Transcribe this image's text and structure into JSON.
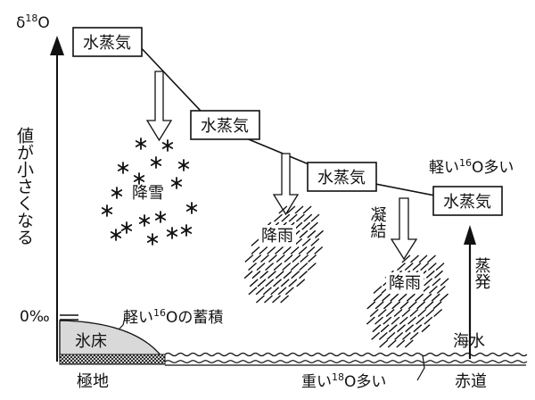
{
  "axis": {
    "y_label_top": "δ",
    "y_label_sup": "18",
    "y_label_o": "O",
    "y_direction_text": "値が小さくなる",
    "zero_label": "0‰"
  },
  "vapor_boxes": [
    "水蒸気",
    "水蒸気",
    "水蒸気",
    "水蒸気"
  ],
  "precip": {
    "snow": "降雪",
    "rain1": "降雨",
    "rain2": "降雨"
  },
  "process": {
    "condensation": "凝結",
    "evaporation": "蒸発"
  },
  "annotations": {
    "light_o16_prefix": "軽い",
    "light_o16_sup": "16",
    "light_o16_suffix": "O多い",
    "accum_prefix": "軽い",
    "accum_sup": "16",
    "accum_suffix": "Oの蓄積",
    "heavy_prefix": "重い",
    "heavy_sup": "18",
    "heavy_suffix": "O多い"
  },
  "surface": {
    "ice_sheet": "氷床",
    "seawater": "海水",
    "pole": "極地",
    "equator": "赤道"
  },
  "colors": {
    "ink": "#111111",
    "ice_fill": "#d9d9d9"
  }
}
